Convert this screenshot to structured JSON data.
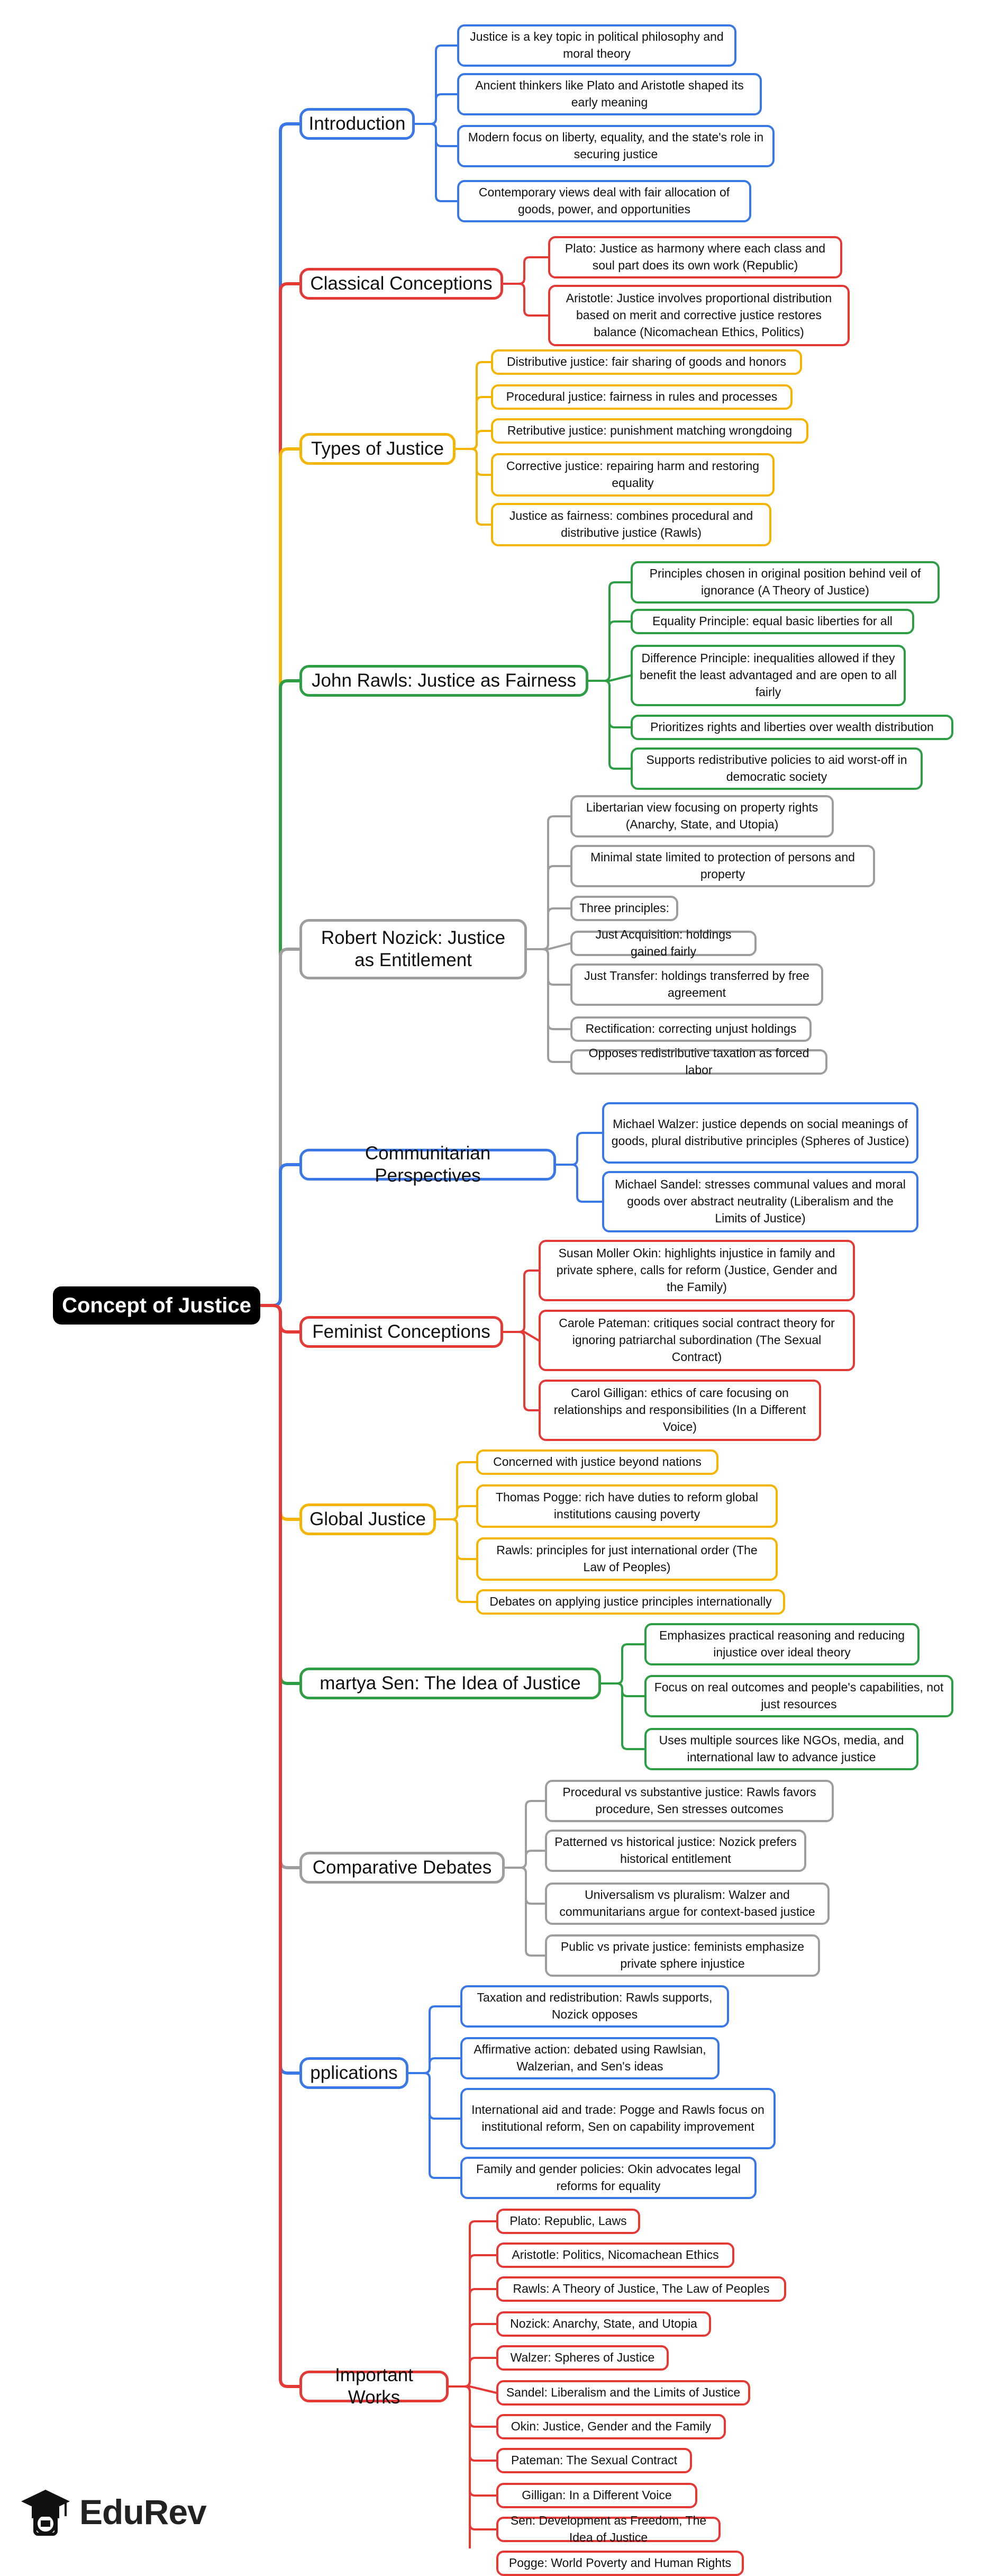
{
  "root": {
    "label": "Concept of Justice"
  },
  "branches": [
    {
      "label": "Introduction",
      "color": "#3b78e7",
      "leaves": [
        "Justice is a key topic in political philosophy and moral theory",
        "Ancient thinkers like Plato and Aristotle shaped its early meaning",
        "Modern focus on liberty, equality, and the state's role in securing justice",
        "Contemporary views deal with fair allocation of goods, power, and opportunities"
      ]
    },
    {
      "label": "Classical Conceptions",
      "color": "#e53935",
      "leaves": [
        "Plato: Justice as harmony where each class and soul part does its own work (Republic)",
        "Aristotle: Justice involves proportional distribution based on merit and corrective justice restores balance (Nicomachean Ethics, Politics)"
      ]
    },
    {
      "label": "Types of Justice",
      "color": "#f4b400",
      "leaves": [
        "Distributive justice: fair sharing of goods and honors",
        "Procedural justice: fairness in rules and processes",
        "Retributive justice: punishment matching wrongdoing",
        "Corrective justice: repairing harm and restoring equality",
        "Justice as fairness: combines procedural and distributive justice (Rawls)"
      ]
    },
    {
      "label": "John Rawls: Justice as Fairness",
      "color": "#2e9e44",
      "leaves": [
        "Principles chosen in original position behind veil of ignorance (A Theory of Justice)",
        "Equality Principle: equal basic liberties for all",
        "Difference Principle: inequalities allowed if they benefit the least advantaged and are open to all fairly",
        "Prioritizes rights and liberties over wealth distribution",
        "Supports redistributive policies to aid worst-off in democratic society"
      ]
    },
    {
      "label": "Robert Nozick: Justice as Entitlement",
      "color": "#9e9e9e",
      "leaves": [
        "Libertarian view focusing on property rights (Anarchy, State, and Utopia)",
        "Minimal state limited to protection of persons and property",
        "Three principles:",
        "Just Acquisition: holdings gained fairly",
        "Just Transfer: holdings transferred by free agreement",
        "Rectification: correcting unjust holdings",
        "Opposes redistributive taxation as forced labor"
      ]
    },
    {
      "label": "Communitarian Perspectives",
      "color": "#3b78e7",
      "leaves": [
        "Michael Walzer: justice depends on social meanings of goods, plural distributive principles (Spheres of Justice)",
        "Michael Sandel: stresses communal values and moral goods over abstract neutrality (Liberalism and the Limits of Justice)"
      ]
    },
    {
      "label": "Feminist Conceptions",
      "color": "#e53935",
      "leaves": [
        "Susan Moller Okin: highlights injustice in family and private sphere, calls for reform (Justice, Gender and the Family)",
        "Carole Pateman: critiques social contract theory for ignoring patriarchal subordination (The Sexual Contract)",
        "Carol Gilligan: ethics of care focusing on relationships and responsibilities (In a Different Voice)"
      ]
    },
    {
      "label": "Global Justice",
      "color": "#f4b400",
      "leaves": [
        "Concerned with justice beyond nations",
        "Thomas Pogge: rich have duties to reform global institutions causing poverty",
        "Rawls: principles for just international order (The Law of Peoples)",
        "Debates on applying justice principles internationally"
      ]
    },
    {
      "label": "martya Sen: The Idea of Justice",
      "color": "#2e9e44",
      "leaves": [
        "Emphasizes practical reasoning and reducing injustice over ideal theory",
        "Focus on real outcomes and people's capabilities, not just resources",
        "Uses multiple sources like NGOs, media, and international law to advance justice"
      ]
    },
    {
      "label": "Comparative Debates",
      "color": "#9e9e9e",
      "leaves": [
        "Procedural vs substantive justice: Rawls favors procedure, Sen stresses outcomes",
        "Patterned vs historical justice: Nozick prefers historical entitlement",
        "Universalism vs pluralism: Walzer and communitarians argue for context-based justice",
        "Public vs private justice: feminists emphasize private sphere injustice"
      ]
    },
    {
      "label": "pplications",
      "color": "#3b78e7",
      "leaves": [
        "Taxation and redistribution: Rawls supports, Nozick opposes",
        "Affirmative action: debated using Rawlsian, Walzerian, and Sen's ideas",
        "International aid and trade: Pogge and Rawls focus on institutional reform, Sen on capability improvement",
        "Family and gender policies: Okin advocates legal reforms for equality"
      ]
    },
    {
      "label": "Important Works",
      "color": "#e53935",
      "leaves": [
        "Plato: Republic, Laws",
        "Aristotle: Politics, Nicomachean Ethics",
        "Rawls: A Theory of Justice, The Law of Peoples",
        "Nozick: Anarchy, State, and Utopia",
        "Walzer: Spheres of Justice",
        "Sandel: Liberalism and the Limits of Justice",
        "Okin: Justice, Gender and the Family",
        "Pateman: The Sexual Contract",
        "Gilligan: In a Different Voice",
        "Sen: Development as Freedom, The Idea of Justice",
        "Pogge: World Poverty and Human Rights"
      ]
    }
  ],
  "brand": {
    "name": "EduRev",
    "icon": "graduation-cap-icon"
  }
}
